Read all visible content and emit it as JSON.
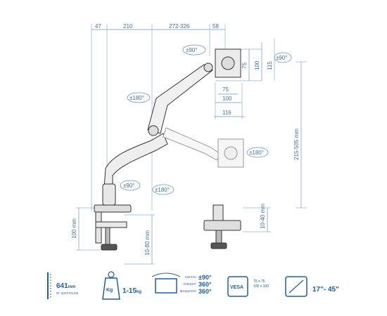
{
  "dimensions": {
    "top": [
      "47",
      "210",
      "272-326",
      "58"
    ],
    "vesa_h": [
      "75",
      "100"
    ],
    "vesa_w": [
      "75",
      "100",
      "116"
    ],
    "vesa_right": "115",
    "height_range": "215-505 mm",
    "base_left": "100 mm",
    "base_bottom": "10-80 mm",
    "base_right": "10-40 mm"
  },
  "rotations": {
    "head_tilt": "±90°",
    "side_tilt": "±90°",
    "upper_arm": "±180°",
    "lower_left": "±90°",
    "lower_right": "±180°",
    "screen_rot": "±180°"
  },
  "specs": {
    "reach": {
      "value": "641",
      "unit": "mm",
      "label": "вт. крепления"
    },
    "weight": {
      "icon_text": "Kg",
      "value": "1-15",
      "unit": "kg"
    },
    "rotation": {
      "rows": [
        {
          "label": "наклон",
          "value": "±90°"
        },
        {
          "label": "поворот",
          "value": "360°"
        },
        {
          "label": "вращение",
          "value": "360°"
        }
      ]
    },
    "vesa": {
      "icon_text": "VESA",
      "values": [
        "75 x 75",
        "100 x 100"
      ]
    },
    "screen": {
      "value": "17\"- 45\""
    }
  },
  "colors": {
    "accent": "#1d5fa0",
    "dim_line": "#6c93c4",
    "arm": "#444444"
  }
}
